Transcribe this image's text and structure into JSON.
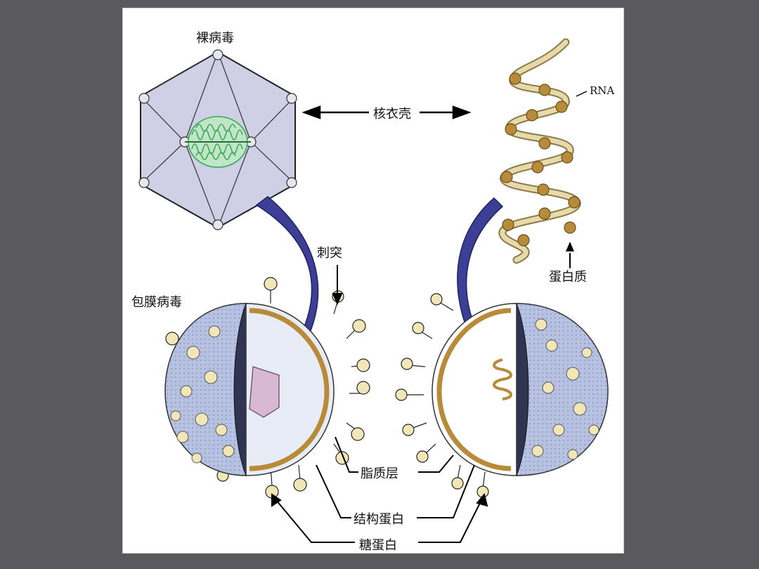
{
  "labels": {
    "naked_virus": "裸病毒",
    "capsid": "核衣壳",
    "rna": "RNA",
    "spike": "刺突",
    "protein": "蛋白质",
    "enveloped_virus": "包膜病毒",
    "lipid_layer": "脂质层",
    "structural_protein": "结构蛋白",
    "glycoprotein": "糖蛋白"
  },
  "colors": {
    "background": "#5a5a5e",
    "slide": "#ffffff",
    "capsid_face": "#cfd0e6",
    "nucleic_acid": "#3fa656",
    "envelope": "#a9b6dc",
    "arrow_fill": "#3d3f96",
    "spike": "#f1e6b8",
    "lipid": "#b88b3a",
    "helix": "#e7d9a8",
    "helix_bead": "#b88b3a"
  }
}
